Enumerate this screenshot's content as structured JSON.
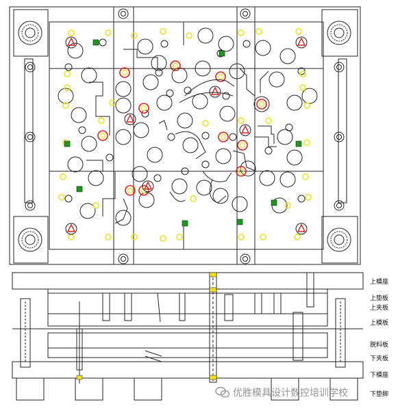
{
  "figure": {
    "labels": {
      "upper_die_base": "上模座",
      "upper_pad_plate": "上垫板",
      "upper_clamp_plate": "上夹板",
      "upper_die": "上模板",
      "stripper_plate": "脱料板",
      "lower_clamp_plate": "下夹板",
      "lower_die_base": "下模座",
      "lower_foot": "下垫脚"
    },
    "watermark": "优胜模具设计数控培训学校"
  },
  "colors": {
    "line": "#222222",
    "yellow_ring": "#f0e020",
    "red_ring": "#e02020",
    "green_square": "#1a9a1a"
  }
}
